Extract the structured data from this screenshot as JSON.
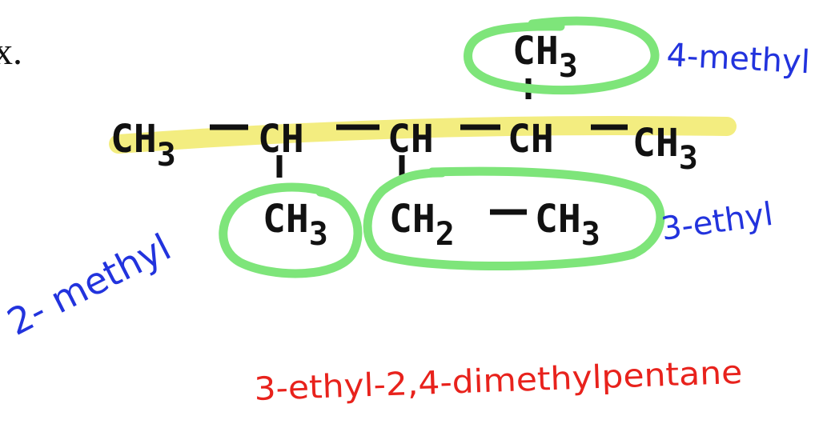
{
  "prefix": "x.",
  "colors": {
    "text": "#111111",
    "highlight_main_chain": "#f1ea6a",
    "circle": "#7ee57a",
    "label_blue": "#2233dd",
    "label_red": "#e8221c"
  },
  "molecule": {
    "main_chain": {
      "c1": {
        "main": "CH",
        "sub": "3"
      },
      "c2": {
        "main": "CH"
      },
      "c3": {
        "main": "CH"
      },
      "c4": {
        "main": "CH"
      },
      "c5": {
        "main": "CH",
        "sub": "3"
      }
    },
    "substituents": {
      "top_c4": {
        "main": "CH",
        "sub": "3"
      },
      "bottom_c2": {
        "main": "CH",
        "sub": "3"
      },
      "bottom_c3_a": {
        "main": "CH",
        "sub": "2"
      },
      "bottom_c3_b": {
        "main": "CH",
        "sub": "3"
      }
    }
  },
  "annotations": {
    "methyl_4": "4-methyl",
    "methyl_2": "2- methyl",
    "ethyl_3": "3-ethyl",
    "name": "3-ethyl-2,4-dimethylpentane"
  }
}
